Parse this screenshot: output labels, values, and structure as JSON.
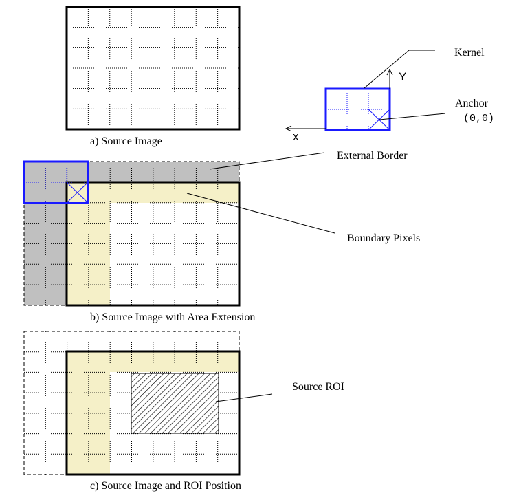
{
  "captions": {
    "a": "a)  Source Image",
    "b": "b)  Source Image with Area Extension",
    "c": "c)  Source Image and ROI Position"
  },
  "labels": {
    "kernel": "Kernel",
    "anchor": "Anchor",
    "anchor_coords": "(0,0)",
    "external_border": "External Border",
    "boundary_pixels": "Boundary Pixels",
    "source_roi": "Source ROI"
  },
  "axes": {
    "x": "x",
    "y": "Y"
  },
  "colors": {
    "grid_line": "#000000",
    "kernel_border": "#1a1aff",
    "external_border_fill": "#c0c0c0",
    "boundary_fill": "#f5f0c8",
    "roi_hatch": "#000000"
  }
}
